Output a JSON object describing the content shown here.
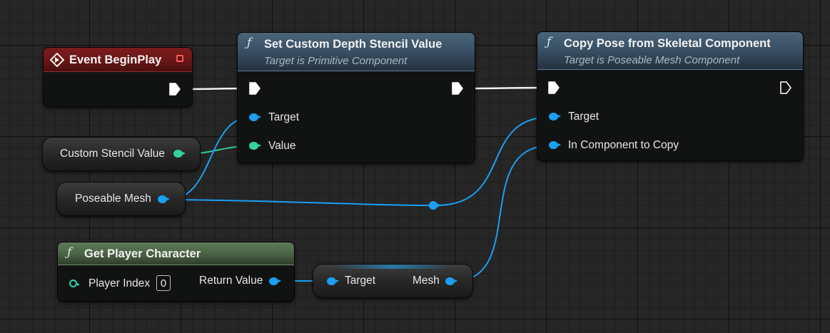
{
  "nodes": {
    "event_begin_play": {
      "title": "Event BeginPlay"
    },
    "set_custom_depth": {
      "title": "Set Custom Depth Stencil Value",
      "subtitle": "Target is Primitive Component",
      "pins": {
        "target": "Target",
        "value": "Value"
      }
    },
    "copy_pose": {
      "title": "Copy Pose from Skeletal Component",
      "subtitle": "Target is Poseable Mesh Component",
      "pins": {
        "target": "Target",
        "in_component": "In Component to Copy"
      }
    },
    "get_player_character": {
      "title": "Get Player Character",
      "pins": {
        "player_index": "Player Index",
        "player_index_value": "0",
        "return_value": "Return Value"
      }
    },
    "mesh_getter": {
      "pins": {
        "target": "Target",
        "mesh": "Mesh"
      }
    }
  },
  "variables": {
    "custom_stencil_value": "Custom Stencil Value",
    "poseable_mesh": "Poseable Mesh"
  },
  "icons": {
    "function": "ƒ",
    "event": "event-diamond-icon",
    "stop": "stop-icon"
  },
  "colors": {
    "exec_wire": "#ffffff",
    "object_pin": "#1b9ff0",
    "float_pin": "#33d49a",
    "int_pin": "#2fd3b1",
    "function_header": "#3a5166",
    "pure_header": "#4b6446",
    "event_header": "#6d1717",
    "background": "#262626"
  }
}
